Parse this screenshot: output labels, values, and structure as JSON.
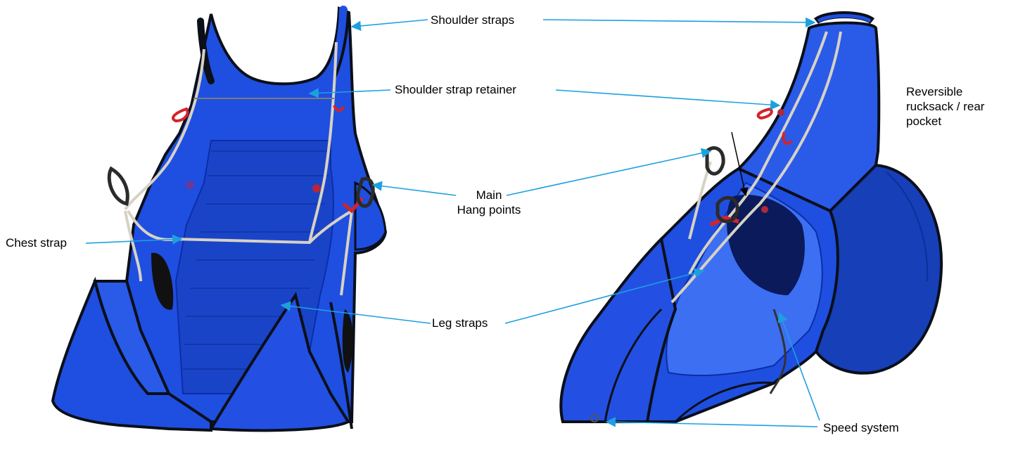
{
  "diagram": {
    "subject": "paragliding-harness",
    "colors": {
      "fabric": "#1f4fe0",
      "fabric_dark": "#0b2ea8",
      "fabric_light": "#3d6ff2",
      "binding": "#0a0f1a",
      "webbing": "#d6d2c4",
      "red": "#d3232a",
      "arrow": "#1da0e0"
    },
    "labels": {
      "shoulder_straps": "Shoulder straps",
      "shoulder_strap_retainer": "Shoulder strap retainer",
      "main_hang_points_line1": "Main",
      "main_hang_points_line2": "Hang points",
      "chest_strap": "Chest strap",
      "leg_straps": "Leg straps",
      "rucksack_line1": "Reversible",
      "rucksack_line2": "rucksack / rear",
      "rucksack_line3": "pocket",
      "speed_system": "Speed system"
    }
  }
}
